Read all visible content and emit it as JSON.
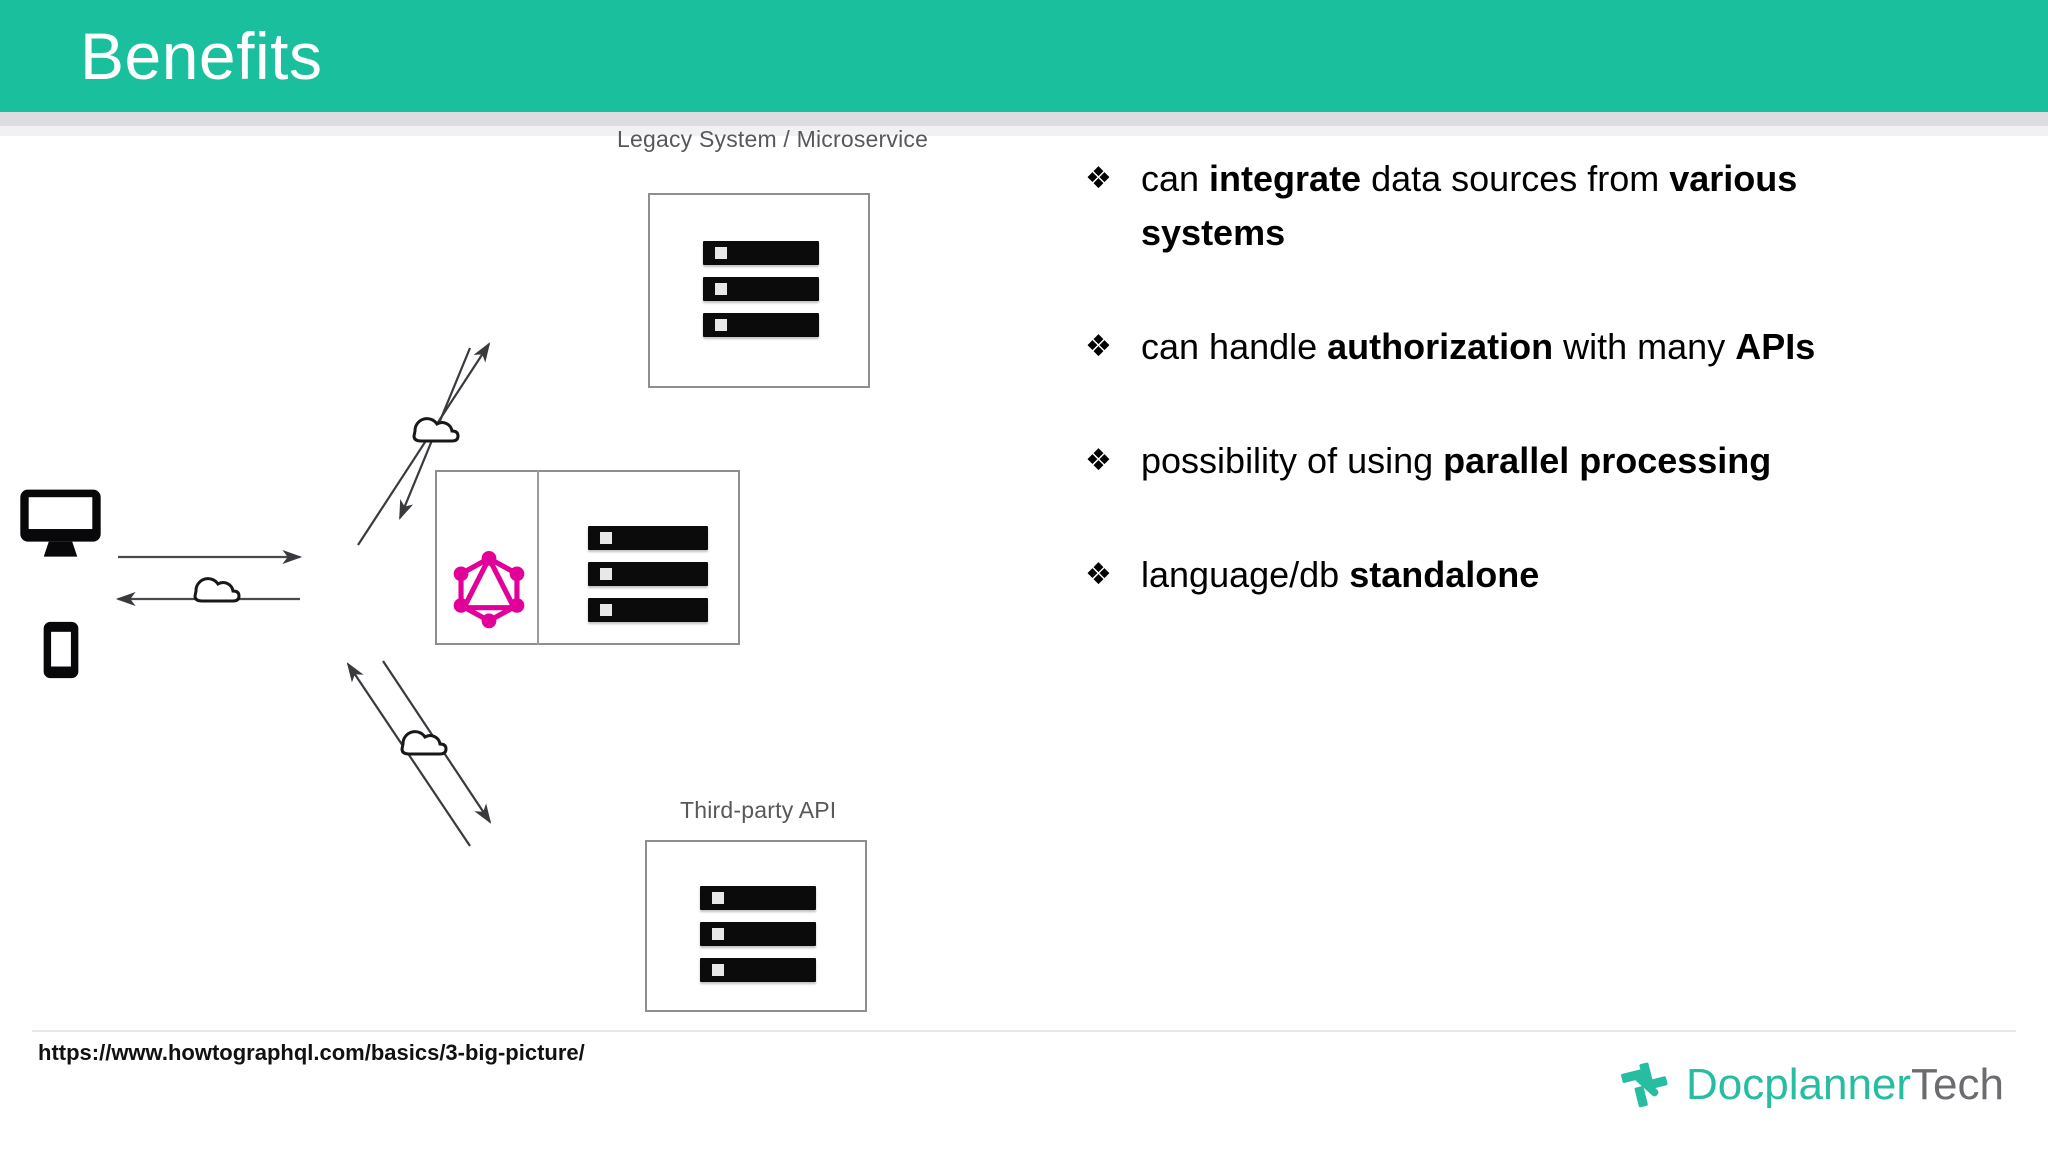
{
  "slide": {
    "title": "Benefits",
    "header_color": "#1ac09e"
  },
  "diagram": {
    "labels": {
      "legacy": "Legacy System / Microservice",
      "third_party": "Third-party API"
    },
    "icons": {
      "graphql": "graphql-logo",
      "monitor": "desktop-monitor-icon",
      "phone": "mobile-phone-icon",
      "cloud": "cloud-icon",
      "server": "server-rack-icon"
    },
    "graphql_color": "#e10098"
  },
  "bullets": {
    "marker": "❖",
    "items": [
      {
        "id": "integrate-data-sources",
        "parts": [
          {
            "text": "can ",
            "bold": false
          },
          {
            "text": "integrate",
            "bold": true
          },
          {
            "text": " data sources from ",
            "bold": false
          },
          {
            "text": "various systems",
            "bold": true
          }
        ]
      },
      {
        "id": "handle-authorization",
        "parts": [
          {
            "text": "can handle ",
            "bold": false
          },
          {
            "text": "authorization",
            "bold": true
          },
          {
            "text": " with many ",
            "bold": false
          },
          {
            "text": "APIs",
            "bold": true
          }
        ]
      },
      {
        "id": "parallel-processing",
        "parts": [
          {
            "text": "possibility of using ",
            "bold": false
          },
          {
            "text": "parallel processing",
            "bold": true
          }
        ]
      },
      {
        "id": "language-db-standalone",
        "parts": [
          {
            "text": "language/db ",
            "bold": false
          },
          {
            "text": "standalone",
            "bold": true
          }
        ]
      }
    ]
  },
  "footer": {
    "source_url": "https://www.howtographql.com/basics/3-big-picture/",
    "brand_primary": "Docplanner",
    "brand_secondary": "Tech",
    "brand_primary_color": "#27bda0",
    "brand_secondary_color": "#6c6c70"
  }
}
